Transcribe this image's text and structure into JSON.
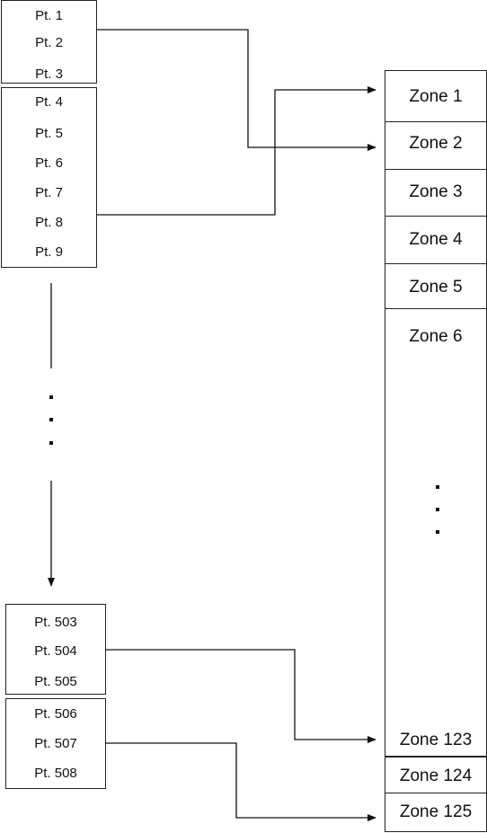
{
  "point_groups": [
    {
      "labels": [
        "Pt. 1",
        "Pt. 2",
        "Pt. 3"
      ]
    },
    {
      "labels": [
        "Pt. 4",
        "Pt. 5",
        "Pt. 6",
        "Pt. 7",
        "Pt. 8",
        "Pt. 9"
      ]
    },
    {
      "labels": [
        "Pt. 503",
        "Pt. 504",
        "Pt. 505"
      ]
    },
    {
      "labels": [
        "Pt. 506",
        "Pt. 507",
        "Pt. 508"
      ]
    }
  ],
  "zones": [
    "Zone 1",
    "Zone 2",
    "Zone 3",
    "Zone 4",
    "Zone 5",
    "Zone 6",
    "Zone 123",
    "Zone 124",
    "Zone 125"
  ]
}
